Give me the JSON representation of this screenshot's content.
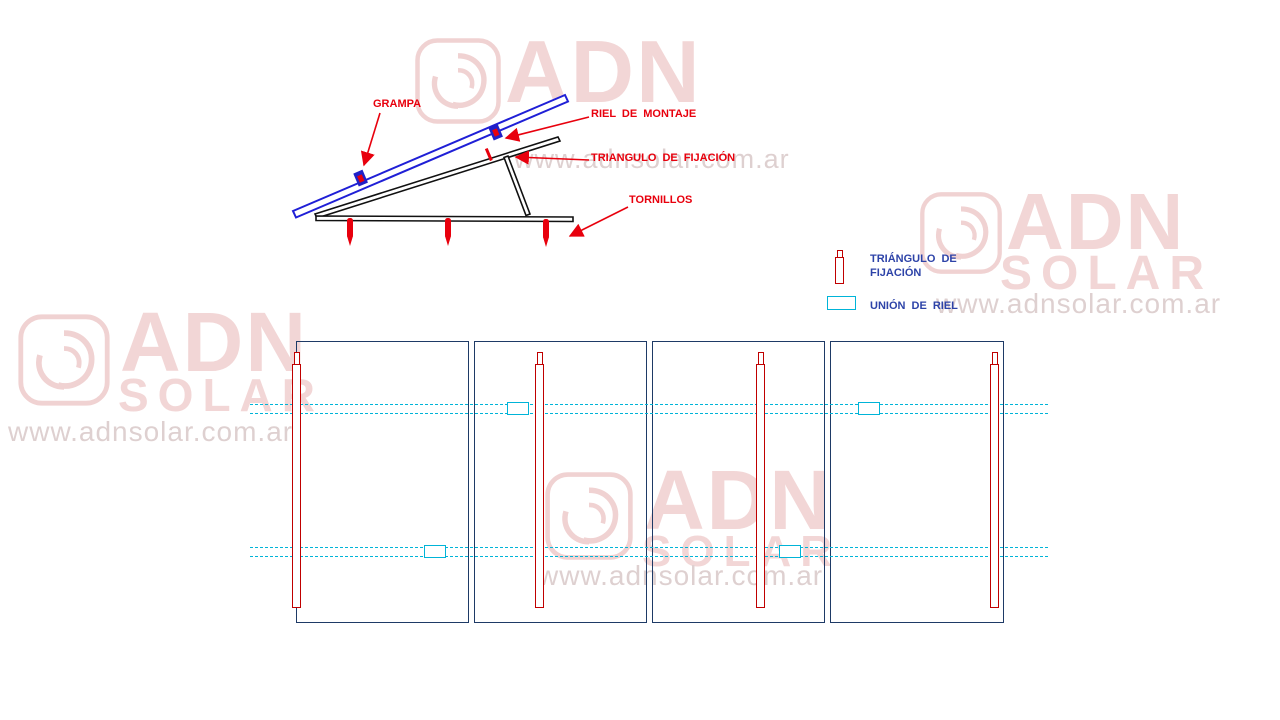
{
  "annotations": {
    "grampa": "GRAMPA",
    "riel_de_montaje": "RIEL DE MONTAJE",
    "triangulo_de_fijacion": "TRIANGULO DE FIJACIÓN",
    "tornillos": "TORNILLOS"
  },
  "legend": {
    "triangulo_line1": "TRIÁNGULO DE",
    "triangulo_line2": "FIJACIÓN",
    "union_de_riel": "UNIÓN DE RIEL"
  },
  "watermarks": {
    "brand_line1": "ADN",
    "brand_line2": "SOLAR",
    "url": "www.adnsolar.com.ar"
  },
  "colors": {
    "annotation_red": "#e8000d",
    "legend_blue": "#2d43a8",
    "mounting_rail_blue": "#1f1fd6",
    "panel_outline_navy": "#1e3a66",
    "rail_union_cyan": "#00b4d8",
    "fixing_triangle_red": "#c00000",
    "watermark_pink": "#f2d6d6"
  }
}
